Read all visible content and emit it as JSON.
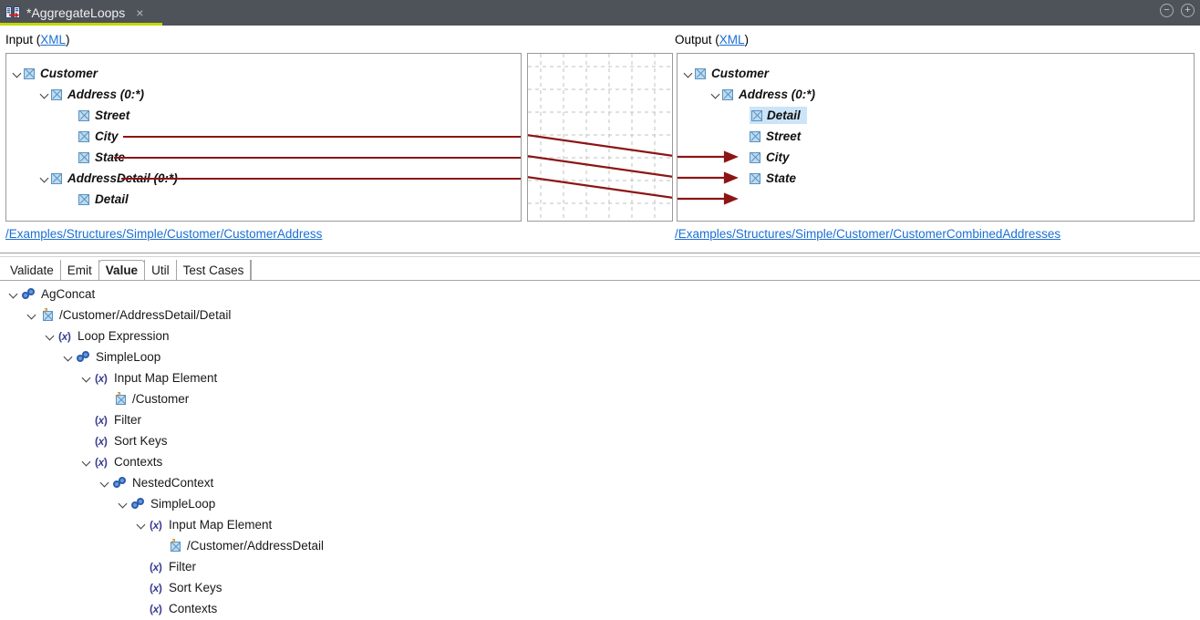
{
  "titlebar": {
    "tab_label": "*AggregateLoops",
    "tab_icon": "mapping-document-icon",
    "close_label": "×",
    "minimize_label": "−",
    "maximize_label": "+",
    "accent_color": "#c4d600",
    "background_color": "#4e5259"
  },
  "mapping": {
    "input": {
      "label_prefix": "Input (",
      "label_link": "XML",
      "label_suffix": ")",
      "path": "/Examples/Structures/Simple/Customer/CustomerAddress",
      "nodes": [
        {
          "label": "Customer",
          "depth": 0,
          "expandable": true,
          "selected": false
        },
        {
          "label": "Address (0:*)",
          "depth": 1,
          "expandable": true,
          "selected": false
        },
        {
          "label": "Street",
          "depth": 2,
          "expandable": false,
          "selected": false
        },
        {
          "label": "City",
          "depth": 2,
          "expandable": false,
          "selected": false
        },
        {
          "label": "State",
          "depth": 2,
          "expandable": false,
          "selected": false
        },
        {
          "label": "AddressDetail (0:*)",
          "depth": 1,
          "expandable": true,
          "selected": false
        },
        {
          "label": "Detail",
          "depth": 2,
          "expandable": false,
          "selected": false
        }
      ]
    },
    "output": {
      "label_prefix": "Output (",
      "label_link": "XML",
      "label_suffix": ")",
      "path": "/Examples/Structures/Simple/Customer/CustomerCombinedAddresses",
      "nodes": [
        {
          "label": "Customer",
          "depth": 0,
          "expandable": true,
          "selected": false
        },
        {
          "label": "Address (0:*)",
          "depth": 1,
          "expandable": true,
          "selected": false
        },
        {
          "label": "Detail",
          "depth": 2,
          "expandable": false,
          "selected": true
        },
        {
          "label": "Street",
          "depth": 2,
          "expandable": false,
          "selected": false
        },
        {
          "label": "City",
          "depth": 2,
          "expandable": false,
          "selected": false
        },
        {
          "label": "State",
          "depth": 2,
          "expandable": false,
          "selected": false
        }
      ]
    },
    "connector_color": "#8c1515",
    "links": [
      {
        "from": "Street",
        "to": "Street"
      },
      {
        "from": "City",
        "to": "City"
      },
      {
        "from": "State",
        "to": "State"
      }
    ]
  },
  "tabs": {
    "items": [
      {
        "label": "Validate",
        "active": false
      },
      {
        "label": "Emit",
        "active": false
      },
      {
        "label": "Value",
        "active": true
      },
      {
        "label": "Util",
        "active": false
      },
      {
        "label": "Test Cases",
        "active": false
      }
    ]
  },
  "value_tree": {
    "rows": [
      {
        "label": "AgConcat",
        "depth": 0,
        "icon": "link-icon",
        "expandable": true
      },
      {
        "label": "/Customer/AddressDetail/Detail",
        "depth": 1,
        "icon": "path-icon",
        "expandable": true
      },
      {
        "label": "Loop Expression",
        "depth": 2,
        "icon": "expr-icon",
        "expandable": true
      },
      {
        "label": "SimpleLoop",
        "depth": 3,
        "icon": "link-icon",
        "expandable": true
      },
      {
        "label": "Input Map Element",
        "depth": 4,
        "icon": "expr-icon",
        "expandable": true
      },
      {
        "label": "/Customer",
        "depth": 5,
        "icon": "path-icon",
        "expandable": false
      },
      {
        "label": "Filter",
        "depth": 4,
        "icon": "expr-icon",
        "expandable": false
      },
      {
        "label": "Sort Keys",
        "depth": 4,
        "icon": "expr-icon",
        "expandable": false
      },
      {
        "label": "Contexts",
        "depth": 4,
        "icon": "expr-icon",
        "expandable": true
      },
      {
        "label": "NestedContext",
        "depth": 5,
        "icon": "link-icon",
        "expandable": true
      },
      {
        "label": "SimpleLoop",
        "depth": 6,
        "icon": "link-icon",
        "expandable": true
      },
      {
        "label": "Input Map Element",
        "depth": 7,
        "icon": "expr-icon",
        "expandable": true
      },
      {
        "label": "/Customer/AddressDetail",
        "depth": 8,
        "icon": "path-icon",
        "expandable": false
      },
      {
        "label": "Filter",
        "depth": 7,
        "icon": "expr-icon",
        "expandable": false
      },
      {
        "label": "Sort Keys",
        "depth": 7,
        "icon": "expr-icon",
        "expandable": false
      },
      {
        "label": "Contexts",
        "depth": 7,
        "icon": "expr-icon",
        "expandable": false
      }
    ]
  }
}
